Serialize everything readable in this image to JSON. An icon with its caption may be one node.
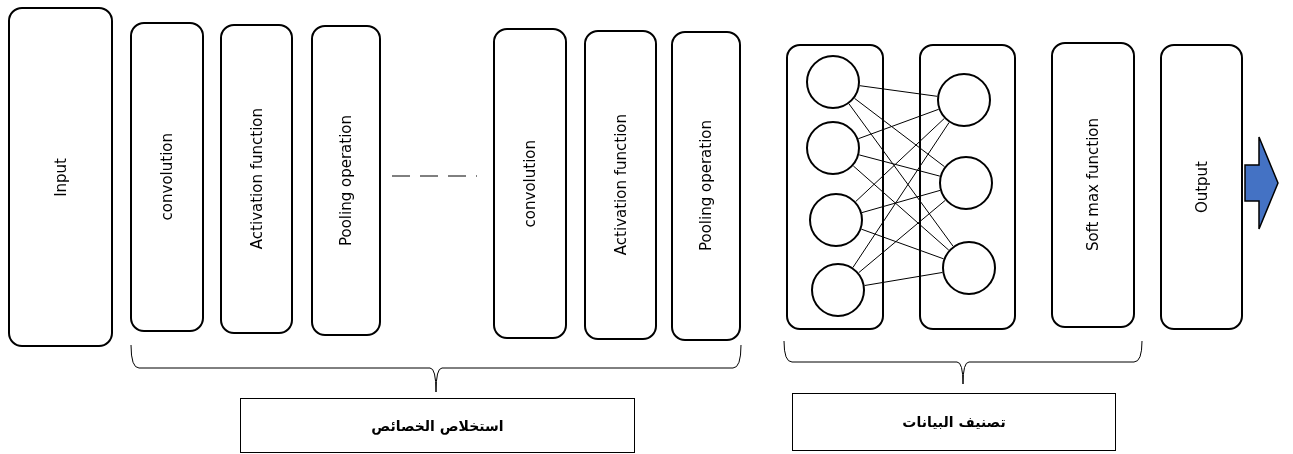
{
  "diagram": {
    "nodes": [
      {
        "text": [
          "Input"
        ]
      },
      {
        "text": [
          "convolution"
        ]
      },
      {
        "text": [
          "Activation function"
        ]
      },
      {
        "text": [
          "Pooling operation"
        ]
      },
      {
        "text": [
          "convolution"
        ]
      },
      {
        "text": [
          "Activation function"
        ]
      },
      {
        "text": [
          "Pooling operation"
        ]
      },
      {
        "text": [],
        "shape": "box"
      },
      {
        "text": [],
        "shape": "circle",
        "in": 7
      },
      {
        "text": [],
        "shape": "circle",
        "in": 7
      },
      {
        "text": [],
        "shape": "circle",
        "in": 7
      },
      {
        "text": [],
        "shape": "circle",
        "in": 7
      },
      {
        "text": [],
        "shape": "box"
      },
      {
        "text": [],
        "shape": "circle",
        "in": 12
      },
      {
        "text": [],
        "shape": "circle",
        "in": 12
      },
      {
        "text": [],
        "shape": "circle",
        "in": 12
      },
      {
        "text": [
          "Soft max function"
        ]
      },
      {
        "text": [
          "Output"
        ]
      },
      {
        "text": [
          "استخلاص الخصائص"
        ]
      },
      {
        "text": [
          "تصنيف البيانات"
        ]
      }
    ],
    "edges": [
      {
        "from": 17,
        "to": null,
        "arrow": "to",
        "style": "thick",
        "color": "#4472c4"
      },
      {
        "from": 3,
        "to": 4,
        "arrow": "none",
        "style": "dashed"
      },
      {
        "from": 8,
        "to": 13,
        "arrow": "none"
      },
      {
        "from": 8,
        "to": 14,
        "arrow": "none"
      },
      {
        "from": 8,
        "to": 15,
        "arrow": "none"
      },
      {
        "from": 9,
        "to": 13,
        "arrow": "none"
      },
      {
        "from": 9,
        "to": 14,
        "arrow": "none"
      },
      {
        "from": 9,
        "to": 15,
        "arrow": "none"
      },
      {
        "from": 10,
        "to": 13,
        "arrow": "none"
      },
      {
        "from": 10,
        "to": 14,
        "arrow": "none"
      },
      {
        "from": 10,
        "to": 15,
        "arrow": "none"
      },
      {
        "from": 11,
        "to": 13,
        "arrow": "none"
      },
      {
        "from": 11,
        "to": 14,
        "arrow": "none"
      },
      {
        "from": 11,
        "to": 15,
        "arrow": "none"
      }
    ]
  }
}
